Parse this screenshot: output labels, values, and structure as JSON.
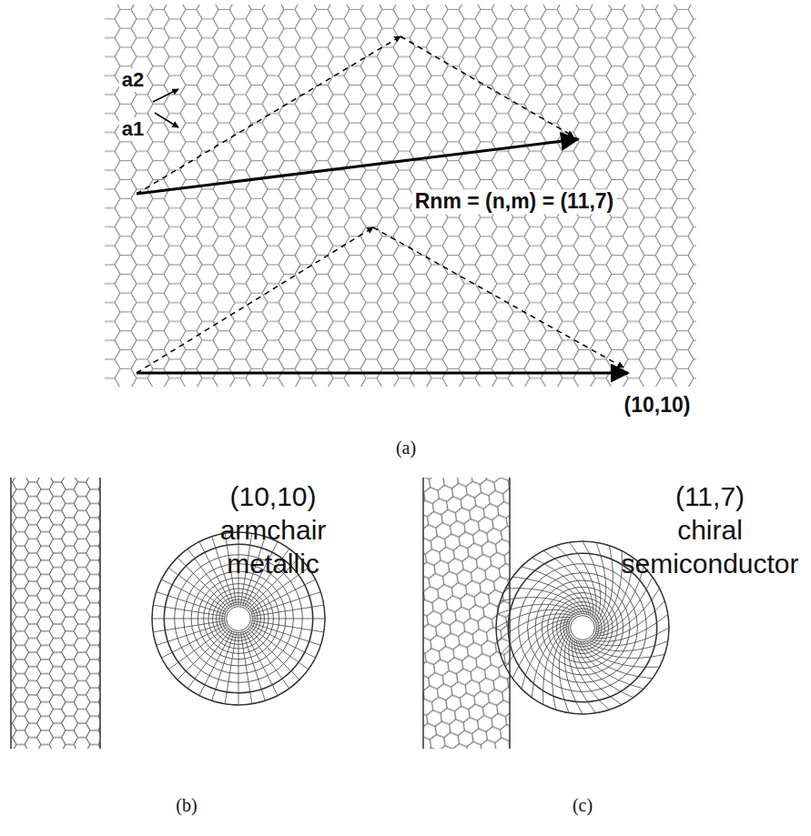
{
  "diagram": {
    "labels": [
      "a2",
      "a1",
      "Rnm = (n,m) = (11,7)",
      "(10,10)",
      "(a)",
      "(10,10)",
      "armchair",
      "metallic",
      "(11,7)",
      "chiral",
      "semiconductor",
      "(b)",
      "(c)"
    ]
  }
}
